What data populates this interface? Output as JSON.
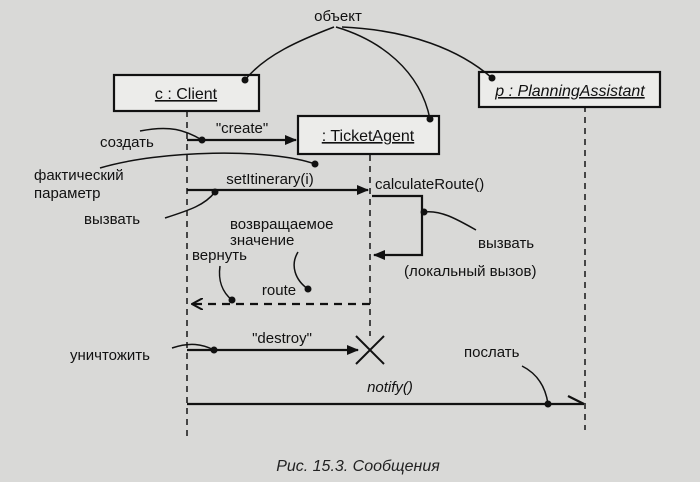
{
  "objects": {
    "client": {
      "name": "c",
      "type": "Client",
      "label": "c : Client"
    },
    "ticket_agent": {
      "name": "",
      "type": "TicketAgent",
      "label": ": TicketAgent"
    },
    "planning_assistant": {
      "name": "p",
      "type": "PlanningAssistant",
      "label": "p : PlanningAssistant"
    }
  },
  "messages": {
    "create": "\"create\"",
    "set_itinerary": "setItinerary(i)",
    "calculate_route": "calculateRoute()",
    "route": "route",
    "destroy": "\"destroy\"",
    "notify": "notify()"
  },
  "annotations": {
    "object": "объект",
    "create": "создать",
    "actual_parameter_line1": "фактический",
    "actual_parameter_line2": "параметр",
    "call": "вызвать",
    "return_value_line1": "возвращаемое",
    "return_value_line2": "значение",
    "return": "вернуть",
    "call_local": "вызвать",
    "local_call": "(локальный вызов)",
    "destroy": "уничтожить",
    "send": "послать"
  },
  "caption": "Рис. 15.3. Сообщения"
}
